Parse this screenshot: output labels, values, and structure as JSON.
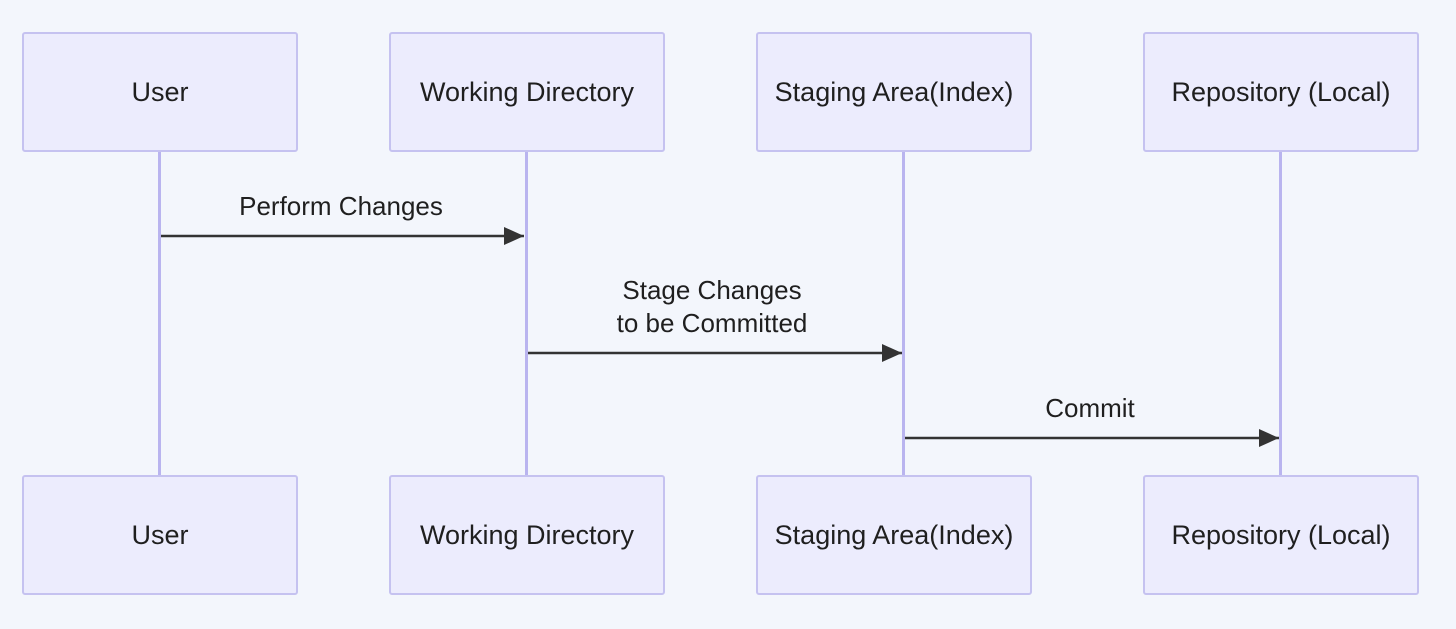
{
  "diagram": {
    "participants": [
      {
        "id": "user",
        "label": "User"
      },
      {
        "id": "working_directory",
        "label": "Working Directory"
      },
      {
        "id": "staging_area",
        "label": "Staging Area(Index)"
      },
      {
        "id": "repository",
        "label": "Repository (Local)"
      }
    ],
    "messages": [
      {
        "from": "user",
        "to": "working_directory",
        "lines": [
          "Perform Changes"
        ]
      },
      {
        "from": "working_directory",
        "to": "staging_area",
        "lines": [
          "Stage Changes",
          "to be Committed"
        ]
      },
      {
        "from": "staging_area",
        "to": "repository",
        "lines": [
          "Commit"
        ]
      }
    ],
    "colors": {
      "background": "#f3f6fc",
      "actor_fill": "#ececfd",
      "actor_border": "#c5c2f0",
      "lifeline": "#b9b4ef",
      "arrow": "#333333",
      "text": "#1f1f1f"
    }
  }
}
